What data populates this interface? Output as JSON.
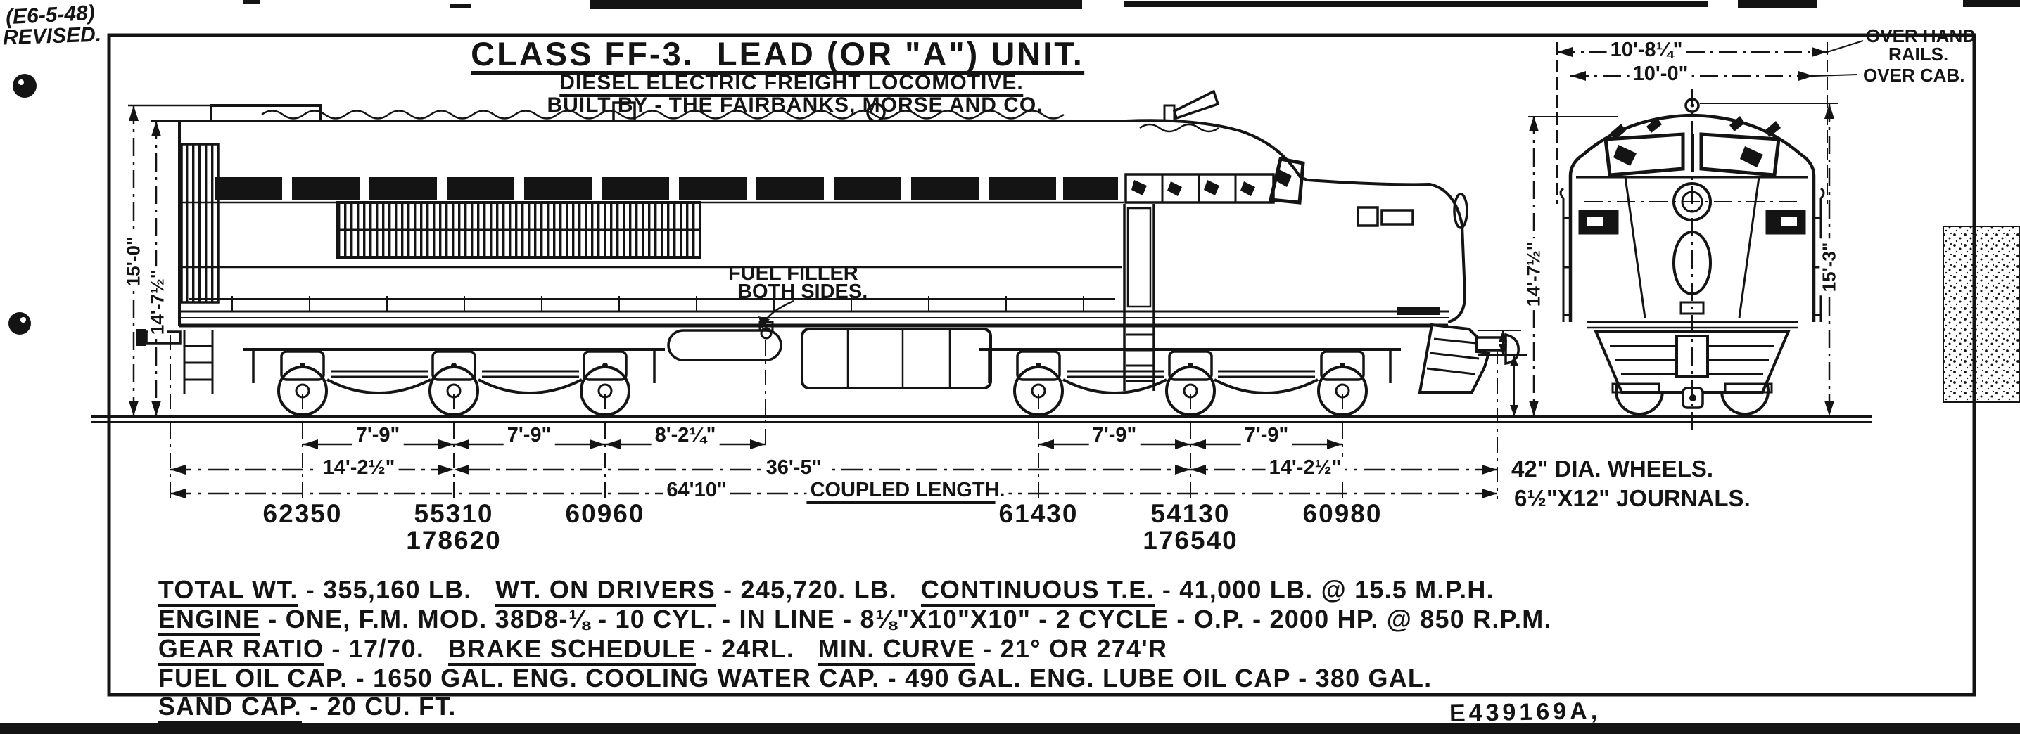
{
  "meta": {
    "revision_note_line1": "(E6-5-48)",
    "revision_note_line2": "REVISED.",
    "drawing_number": "E439169A,"
  },
  "title": {
    "line1": "CLASS FF-3.  LEAD (OR \"A\") UNIT.",
    "line2": "DIESEL ELECTRIC FREIGHT LOCOMOTIVE.",
    "line3": "BUILT BY - THE FAIRBANKS, MORSE AND CO."
  },
  "side_view": {
    "callout_line1": "FUEL FILLER",
    "callout_line2": "BOTH SIDES.",
    "height_dim_outer": "15'-0\"",
    "height_dim_inner": "14'-7½\"",
    "axle_dims": [
      "7'-9\"",
      "7'-9\"",
      "8'-2¼\"",
      "7'-9\"",
      "7'-9\""
    ],
    "span_dim_left": "14'-2½\"",
    "span_dim_center": "36'-5\"",
    "span_dim_right": "14'-2½\"",
    "coupled_length_value": "64'10\"",
    "coupled_length_label": "COUPLED LENGTH.",
    "axle_weights": [
      "62350",
      "55310",
      "60960",
      "61430",
      "54130",
      "60980"
    ],
    "truck_weights": [
      "178620",
      "176540"
    ]
  },
  "front_view": {
    "width_dim_outer": "10'-8¼\"",
    "width_dim_outer_label_line1": "OVER HAND",
    "width_dim_outer_label_line2": "RAILS.",
    "width_dim_inner": "10'-0\"",
    "width_dim_inner_label": "OVER CAB.",
    "height_dim_left": "14'-7½\"",
    "height_dim_right": "15'-3\"",
    "note_line1": "42\" DIA. WHEELS.",
    "note_line2": "6½\"X12\" JOURNALS."
  },
  "specs": {
    "lines": [
      {
        "segments": [
          {
            "t": "TOTAL WT.",
            "u": true
          },
          {
            "t": " - 355,160 LB.   ",
            "u": false
          },
          {
            "t": "WT. ON DRIVERS",
            "u": true
          },
          {
            "t": " - 245,720. LB.   ",
            "u": false
          },
          {
            "t": "CONTINUOUS T.E.",
            "u": true
          },
          {
            "t": " - 41,000 LB. @ 15.5 M.P.H.",
            "u": false
          }
        ]
      },
      {
        "segments": [
          {
            "t": "ENGINE",
            "u": true
          },
          {
            "t": " - ONE, F.M. MOD. 38D8-⅛ - 10 CYL. - IN LINE - 8⅛\"X10\"X10\" - 2 CYCLE - O.P. - 2000 HP. @ 850 R.P.M.",
            "u": false
          }
        ]
      },
      {
        "segments": [
          {
            "t": "GEAR RATIO",
            "u": true
          },
          {
            "t": " - 17/70.   ",
            "u": false
          },
          {
            "t": "BRAKE SCHEDULE",
            "u": true
          },
          {
            "t": " - 24RL.   ",
            "u": false
          },
          {
            "t": "MIN. CURVE",
            "u": true
          },
          {
            "t": " - 21° OR 274'R",
            "u": false
          }
        ]
      },
      {
        "segments": [
          {
            "t": "FUEL OIL CAP.",
            "u": true
          },
          {
            "t": " - 1650 GAL. ",
            "u": false
          },
          {
            "t": "ENG. COOLING WATER CAP.",
            "u": true
          },
          {
            "t": " - 490 GAL. ",
            "u": false
          },
          {
            "t": "ENG. LUBE OIL CAP",
            "u": true
          },
          {
            "t": " - 380 GAL.",
            "u": false
          }
        ]
      },
      {
        "segments": [
          {
            "t": "SAND CAP.",
            "u": true
          },
          {
            "t": " - 20 CU. FT.",
            "u": false
          }
        ]
      }
    ]
  }
}
